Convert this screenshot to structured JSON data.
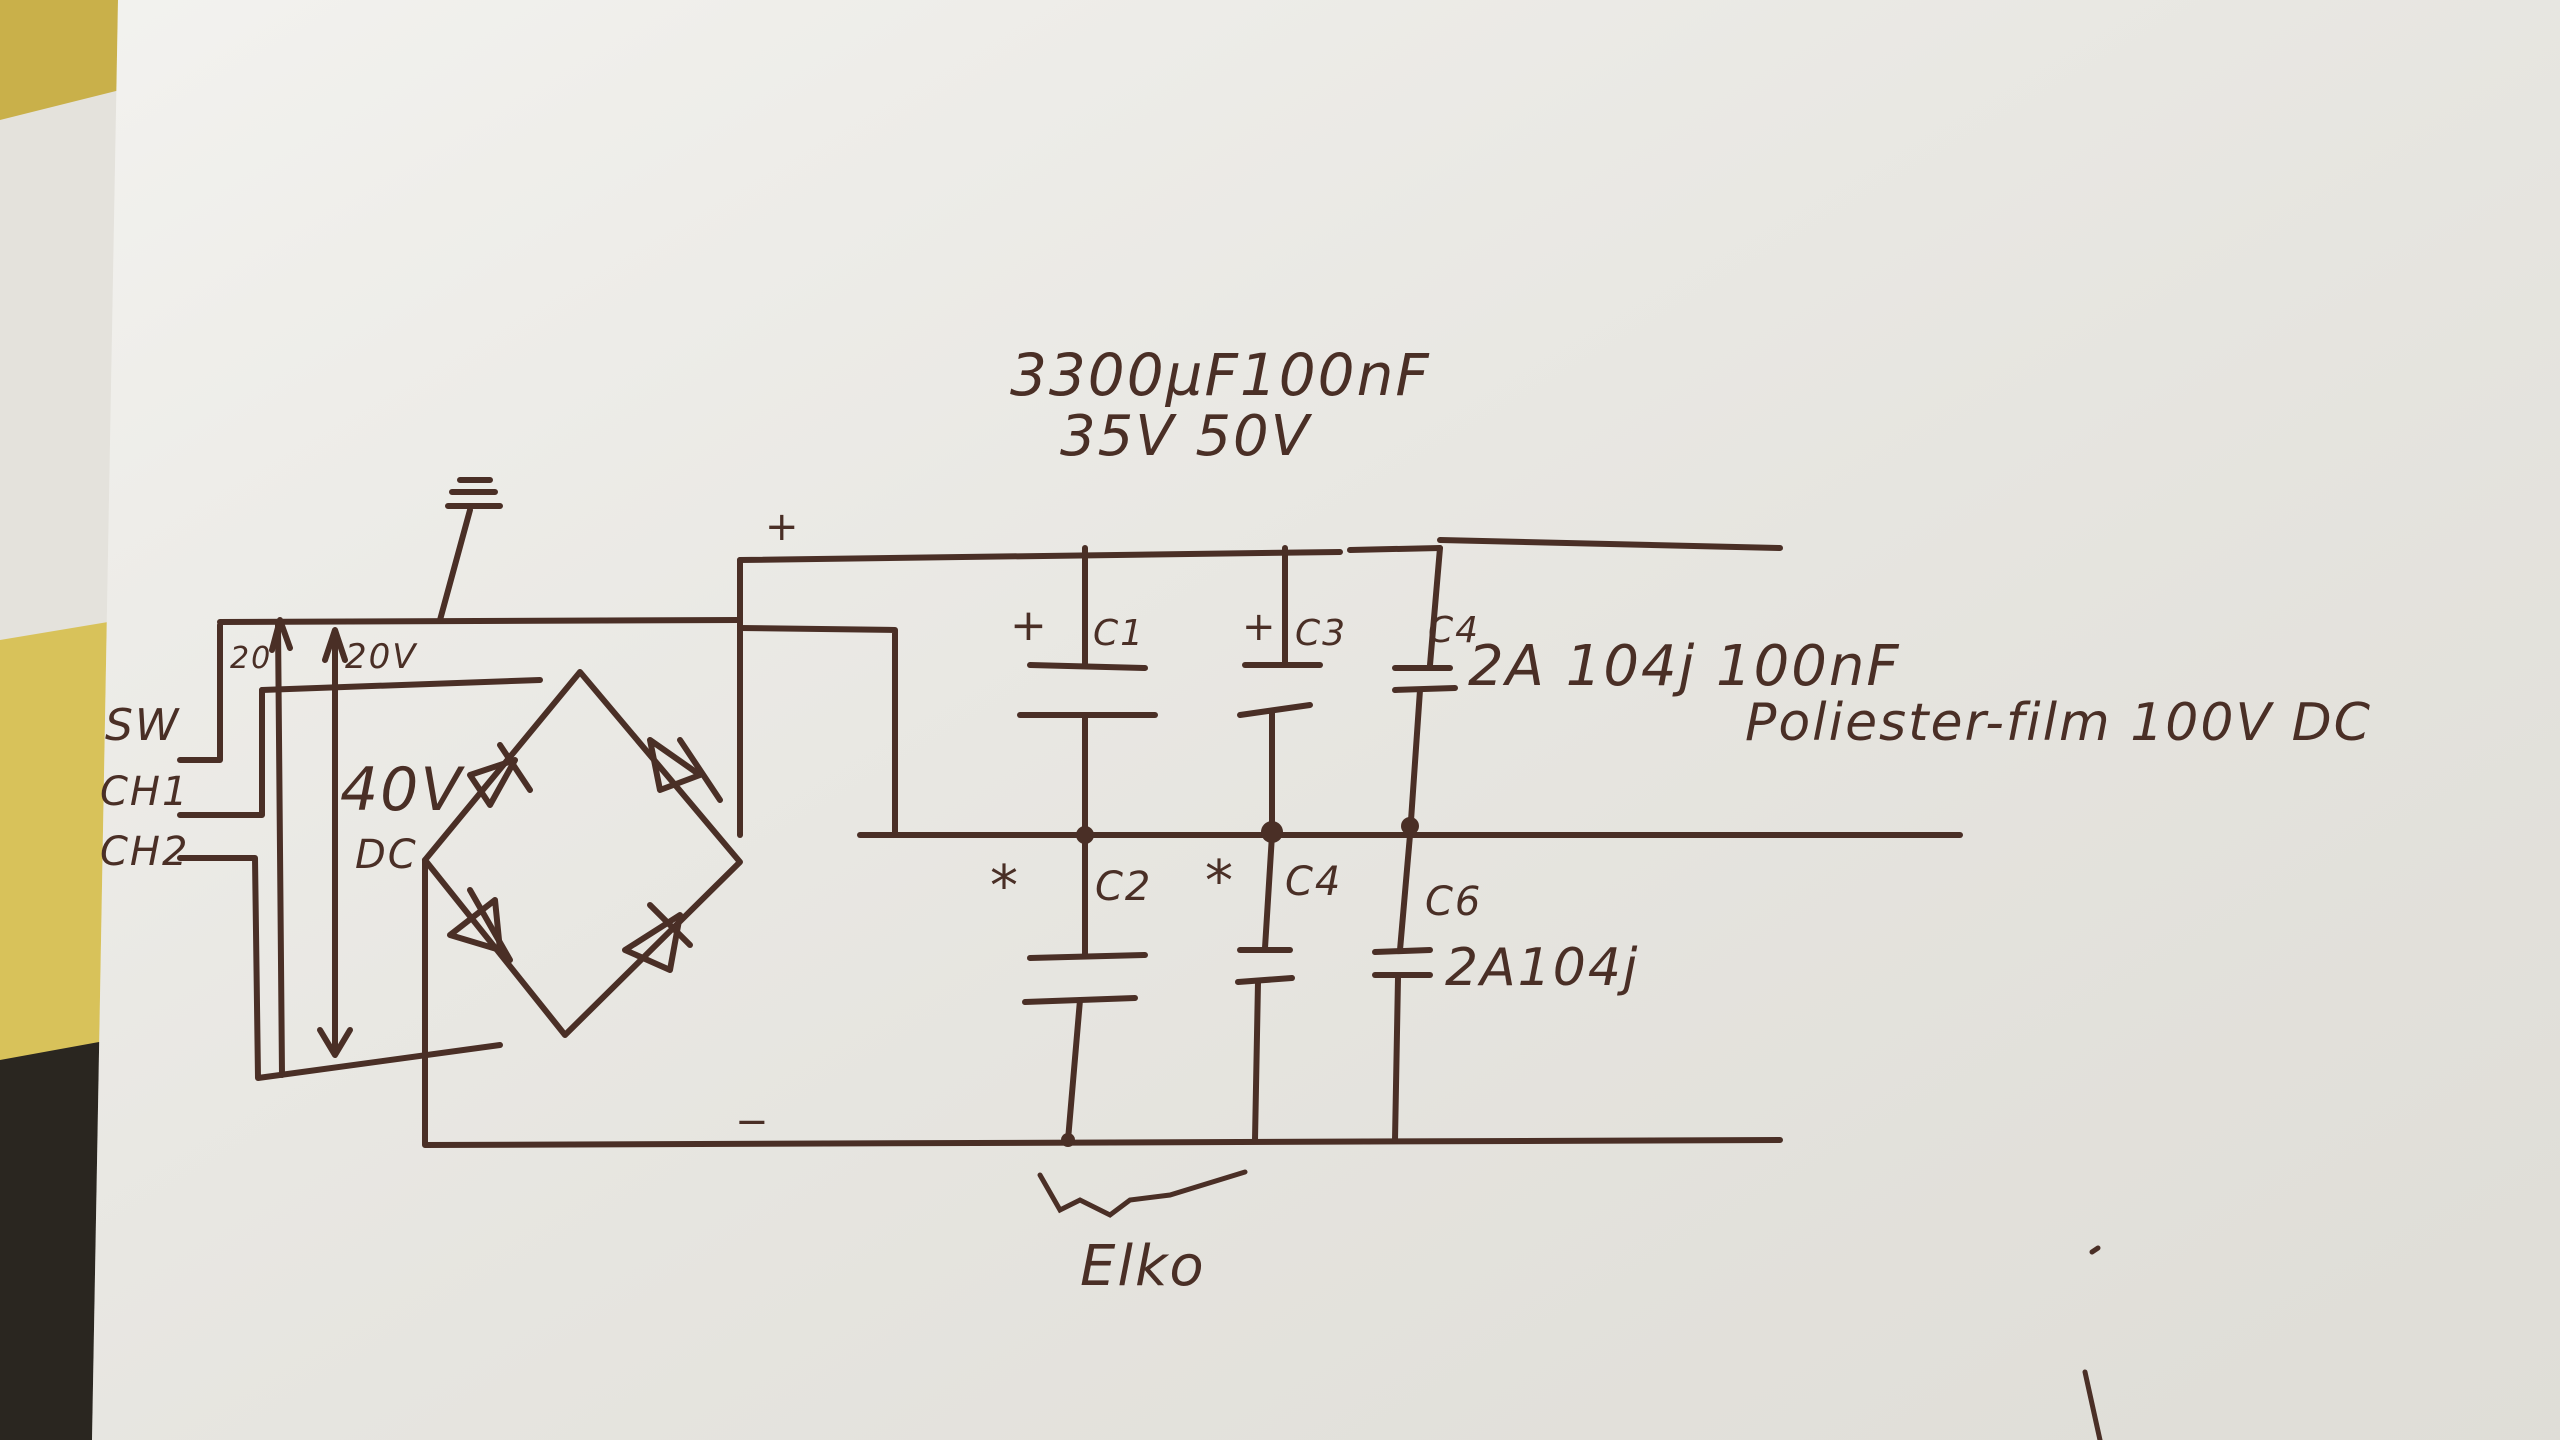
{
  "diagram": {
    "header": {
      "ratings_top": "3300µF100nF",
      "ratings_bottom": "35V  50V"
    },
    "rails": {
      "plus": "+",
      "minus": "−"
    },
    "inputs": {
      "sw": "SW",
      "ch1": "CH1",
      "ch2": "CH2",
      "tap_20": "20",
      "tap_20v": "20V",
      "supply": "40V",
      "supply_type": "DC"
    },
    "capacitors": {
      "c1": "C1",
      "c1_polarity": "+",
      "c3": "C3",
      "c3_polarity": "+",
      "c4_top": "C4",
      "c2": "C2",
      "c4_bottom": "C4",
      "c6": "C6",
      "star_left": "*",
      "star_mid": "*"
    },
    "notes": {
      "film_code": "2A  104j  100nF",
      "film_type": "Poliester-film  100V DC",
      "c6_code": "2A104j",
      "elko": "Elko"
    }
  }
}
